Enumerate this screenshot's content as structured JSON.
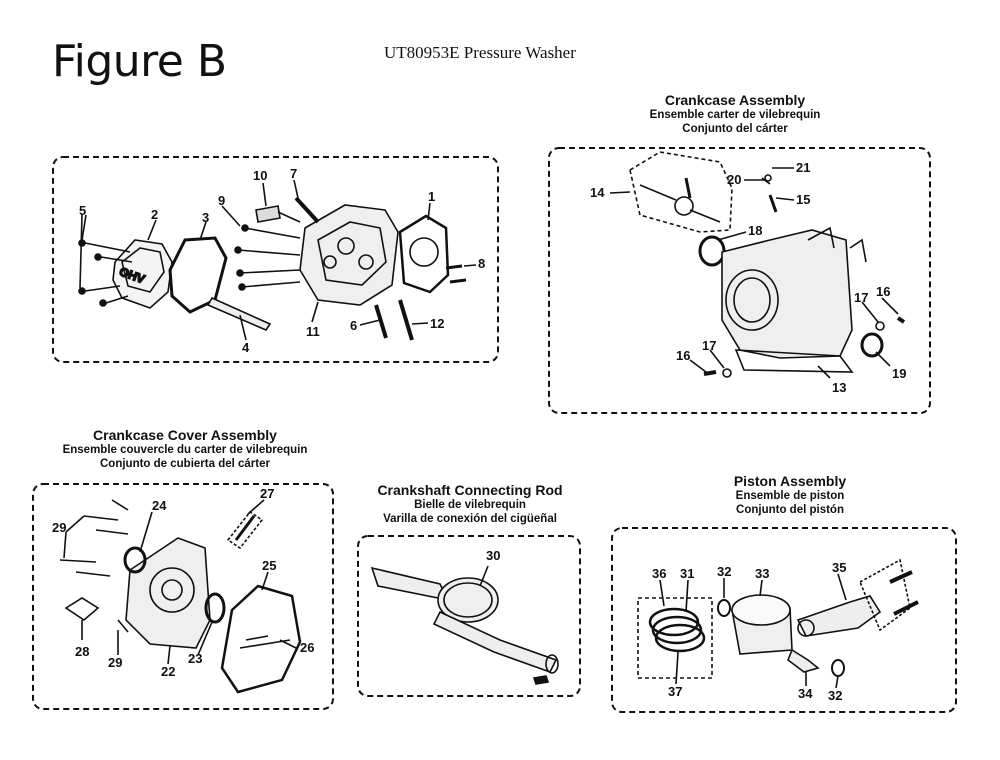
{
  "figure_label": "Figure B",
  "document_title": "UT80953E Pressure Washer",
  "assemblies": {
    "crankcase": {
      "title": "Crankcase Assembly",
      "title_fr": "Ensemble carter de vilebrequin",
      "title_es": "Conjunto del cárter"
    },
    "crankcase_cover": {
      "title": "Crankcase Cover Assembly",
      "title_fr": "Ensemble couvercle du carter de vilebrequin",
      "title_es": "Conjunto de cubierta del cárter"
    },
    "crankshaft_rod": {
      "title": "Crankshaft Connecting Rod",
      "title_fr": "Bielle de vilebrequin",
      "title_es": "Varilla de conexión del cigüeñal"
    },
    "piston": {
      "title": "Piston Assembly",
      "title_fr": "Ensemble de piston",
      "title_es": "Conjunto del pistón"
    }
  },
  "callouts": {
    "head": [
      "1",
      "2",
      "3",
      "4",
      "5",
      "6",
      "7",
      "8",
      "9",
      "10",
      "11",
      "12"
    ],
    "crankcase": [
      "13",
      "14",
      "15",
      "16",
      "16",
      "17",
      "17",
      "18",
      "19",
      "20",
      "21"
    ],
    "cover": [
      "22",
      "23",
      "24",
      "25",
      "26",
      "27",
      "28",
      "29",
      "29"
    ],
    "rod": [
      "30"
    ],
    "piston": [
      "31",
      "32",
      "32",
      "33",
      "34",
      "35",
      "36",
      "37"
    ]
  },
  "valve_cover_text": "OHV"
}
